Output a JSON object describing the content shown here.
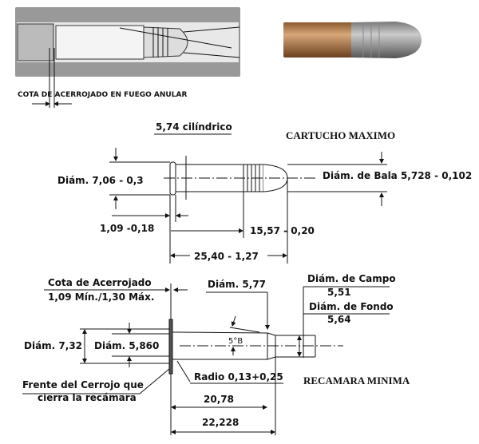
{
  "top": {
    "caption": "COTA DE ACERROJADO EN FUEGO ANULAR"
  },
  "cartridge": {
    "title": "CARTUCHO MAXIMO",
    "cylindrical": "5,74 cilíndrico",
    "rim_diameter": "Diám. 7,06 - 0,3",
    "bullet_diameter": "Diám. de Bala 5,728 - 0,102",
    "rim_thickness": "1,09 -0,18",
    "case_length": "15,57 - 0,20",
    "overall_length": "25,40 - 1,27"
  },
  "chamber": {
    "title": "RECAMARA MINIMA",
    "headspace_label": "Cota de Acerrojado",
    "headspace_value": "1,09 Mín./1,30 Máx.",
    "diam_577": "Diám. 5,77",
    "land_label": "Diám. de Campo",
    "land_value": "5,51",
    "groove_label": "Diám. de Fondo",
    "groove_value": "5,64",
    "diam_732": "Diám. 7,32",
    "diam_5860": "Diám. 5,860",
    "angle": "5°B",
    "radius": "Radio 0,13+0,25",
    "bolt_face_1": "Frente del Cerrojo que",
    "bolt_face_2": "cierra la recámara",
    "len_2078": "20,78",
    "len_22228": "22,228"
  }
}
